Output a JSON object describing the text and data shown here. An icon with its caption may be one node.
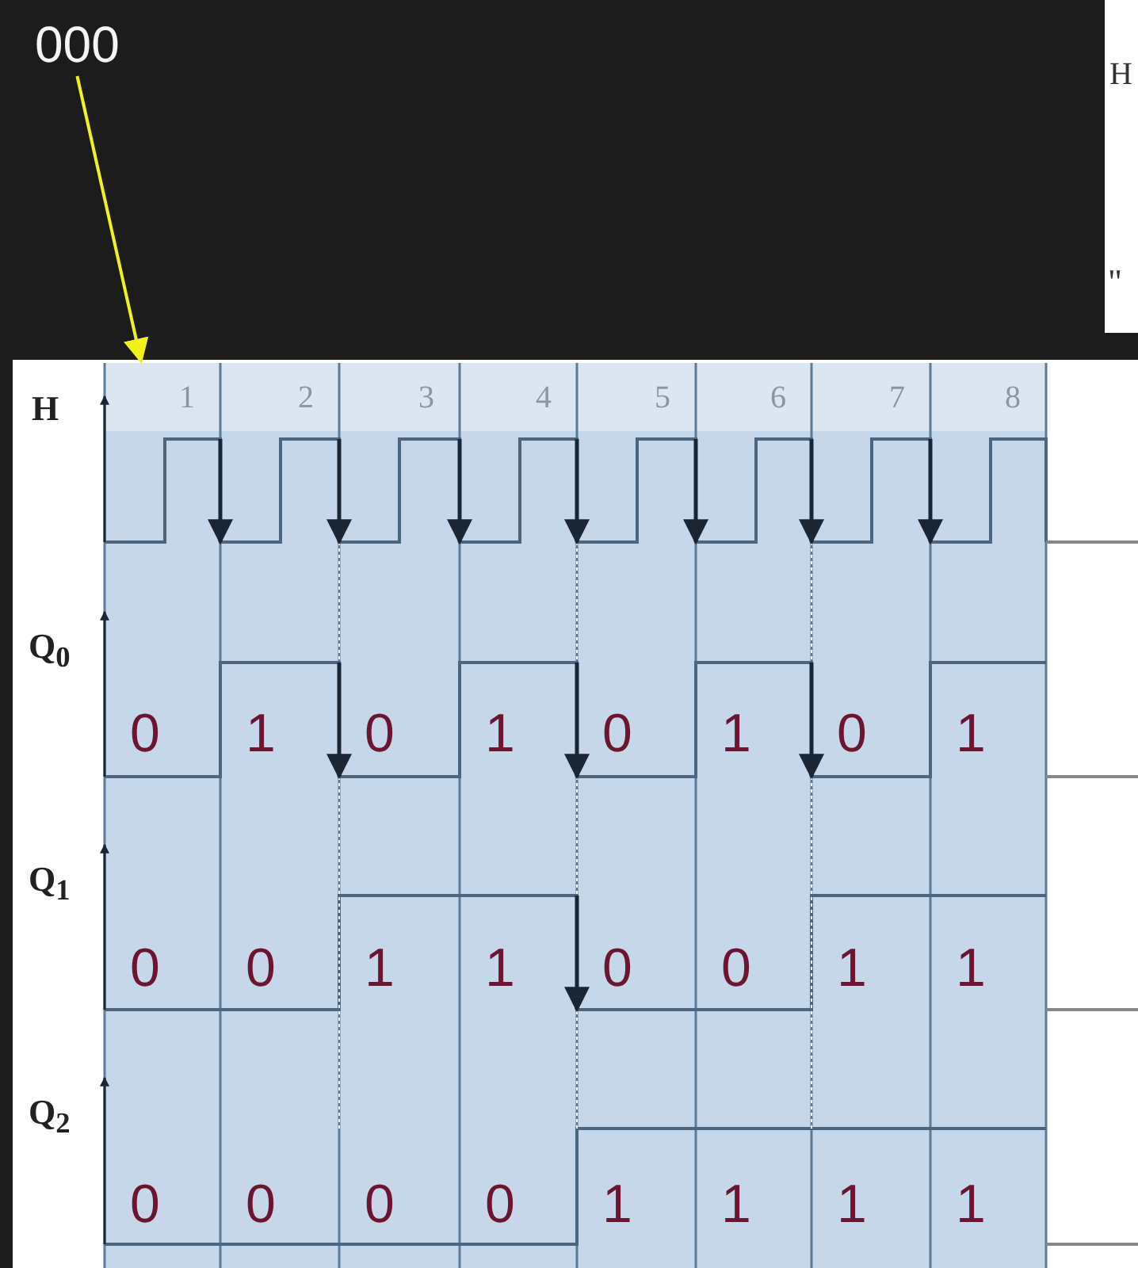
{
  "diagram": {
    "nodes": [
      {
        "text": [
          "000"
        ]
      },
      {
        "text": [],
        "shape": "picture"
      }
    ],
    "edges": [
      {
        "from": 0,
        "to": 1,
        "arrow": "to",
        "color": "#f2f21a"
      }
    ],
    "labels": [
      "H",
      "\"",
      "H",
      "1",
      "2",
      "3",
      "4",
      "5",
      "6",
      "7",
      "8",
      "Q$_{0}$",
      "0",
      "1",
      "0",
      "1",
      "0",
      "1",
      "0",
      "1",
      "Q$_{1}$",
      "0",
      "0",
      "1",
      "1",
      "0",
      "0",
      "1",
      "1",
      "Q$_{2}$",
      "0",
      "0",
      "0",
      "0",
      "1",
      "1",
      "1",
      "1"
    ]
  }
}
